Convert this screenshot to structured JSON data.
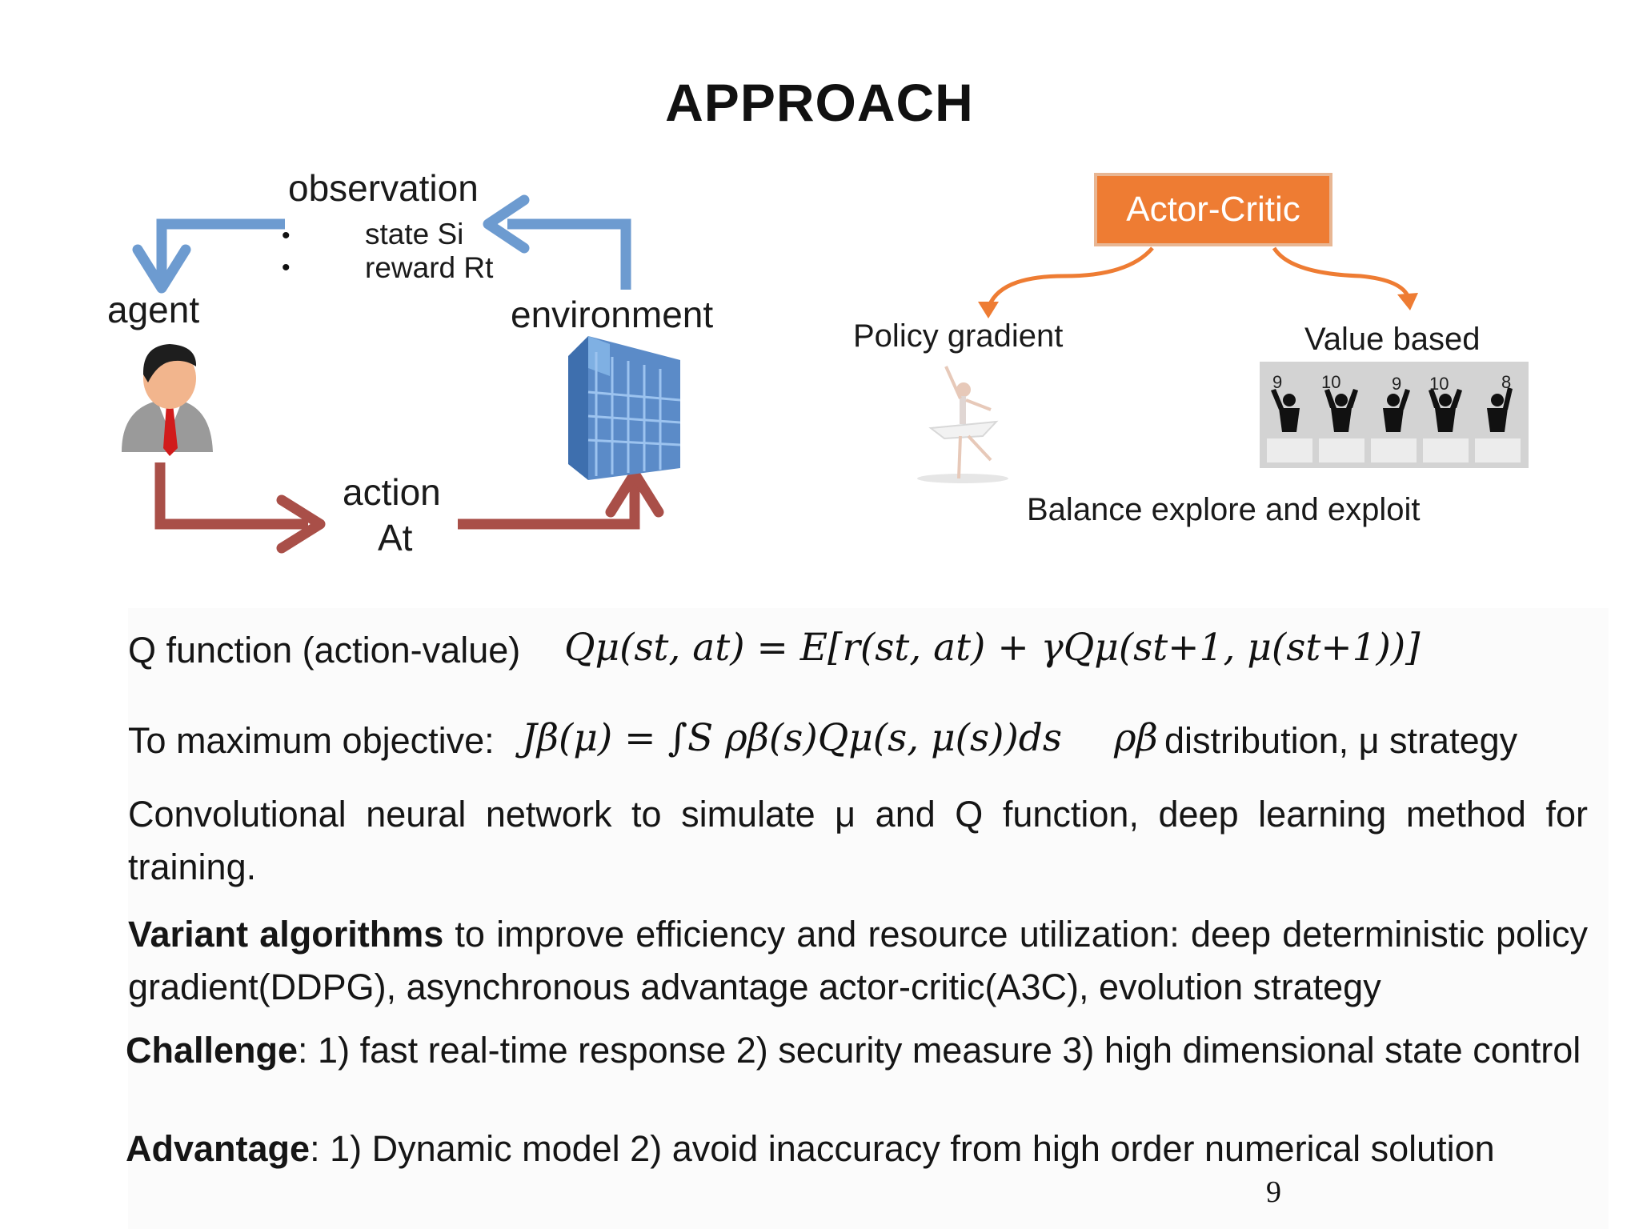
{
  "slide": {
    "title": "APPROACH",
    "page_number": "9"
  },
  "rl_loop": {
    "observation": "observation",
    "bullets": [
      "state Si",
      "reward Rt"
    ],
    "bullet_glyph": "•",
    "agent": "agent",
    "environment": "environment",
    "action_line1": "action",
    "action_line2": "At",
    "colors": {
      "feedback_arrow": "#6d9bd0",
      "action_arrow": "#a94f48"
    }
  },
  "actor_critic": {
    "box_label": "Actor-Critic",
    "box_color": "#ee7c33",
    "left_branch": "Policy gradient",
    "right_branch": "Value based",
    "caption": "Balance explore and exploit",
    "judge_scores": [
      "9",
      "10",
      "9",
      "10",
      "8"
    ]
  },
  "equations": {
    "q_label": "Q function (action-value)",
    "q_formula": "Qμ(st, at) = E[r(st, at) + γQμ(st+1, μ(st+1))]",
    "obj_label": "To maximum objective:",
    "obj_formula": "Jβ(μ) = ∫S ρβ(s)Qμ(s, μ(s))ds",
    "rho_symbol": "ρβ",
    "obj_note": "distribution, μ strategy"
  },
  "paragraphs": {
    "cnn": "Convolutional neural network to simulate μ and Q function, deep learning method for training.",
    "variant_bold": "Variant algorithms",
    "variant_rest": " to improve efficiency and resource utilization: deep deterministic policy gradient(DDPG),  asynchronous advantage actor-critic(A3C), evolution strategy",
    "challenge_bold": "Challenge",
    "challenge_rest": ": 1) fast real-time response 2) security measure 3) high dimensional state control",
    "advantage_bold": "Advantage",
    "advantage_rest": ": 1) Dynamic model 2) avoid inaccuracy from high order numerical solution"
  }
}
